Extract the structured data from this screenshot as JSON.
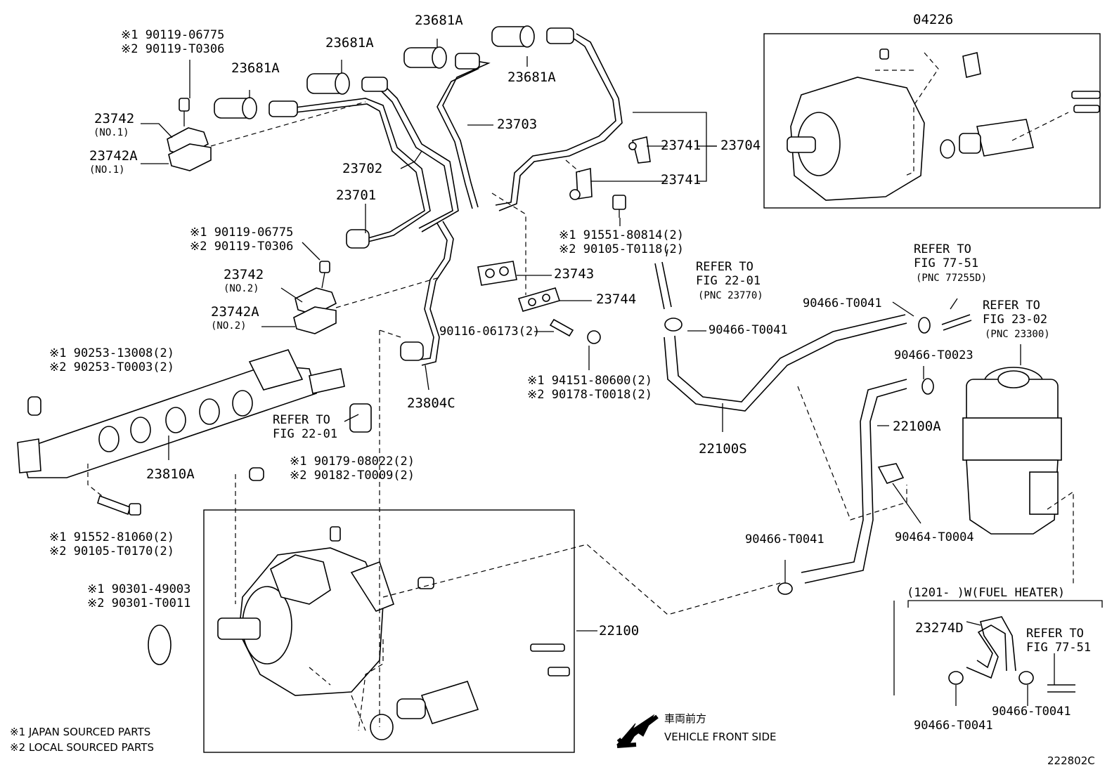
{
  "labels": {
    "l_04226": "04226",
    "l_23681A_1": "23681A",
    "l_23681A_2": "23681A",
    "l_23681A_3": "23681A",
    "l_23681A_4": "23681A",
    "l_23703": "23703",
    "l_23702": "23702",
    "l_23701": "23701",
    "l_23741_a": "23741",
    "l_23741_b": "23741",
    "l_23704": "23704",
    "l_23742_1": "23742",
    "l_23742_1n": "(NO.1)",
    "l_23742A_1": "23742A",
    "l_23742A_1n": "(NO.1)",
    "l_23742_2": "23742",
    "l_23742_2n": "(NO.2)",
    "l_23742A_2": "23742A",
    "l_23742A_2n": "(NO.2)",
    "l_23743": "23743",
    "l_23744": "23744",
    "l_23804C": "23804C",
    "l_23810A": "23810A",
    "l_22100S": "22100S",
    "l_22100A": "22100A",
    "l_22100": "22100",
    "l_23274D": "23274D",
    "ref_a1": "※1  90119-06775",
    "ref_a2": "※2  90119-T0306",
    "ref_b1": "※1  90119-06775",
    "ref_b2": "※2  90119-T0306",
    "ref_c1": "※1  91551-80814(2)",
    "ref_c2": "※2  90105-T0118(2)",
    "ref_d1": "※1  90253-13008(2)",
    "ref_d2": "※2  90253-T0003(2)",
    "ref_e": "90116-06173(2)",
    "ref_f1": "※1  94151-80600(2)",
    "ref_f2": "※2  90178-T0018(2)",
    "ref_g1": "※1  90179-08022(2)",
    "ref_g2": "※2  90182-T0009(2)",
    "ref_h1": "※1  91552-81060(2)",
    "ref_h2": "※2  90105-T0170(2)",
    "ref_i1": "※1  90301-49003",
    "ref_i2": "※2  90301-T0011",
    "clip_1": "90466-T0041",
    "clip_2": "90466-T0041",
    "clip_3": "90466-T0023",
    "clip_4": "90464-T0004",
    "clip_5": "90466-T0041",
    "clip_6": "90466-T0041",
    "clip_7": "90466-T0041",
    "refer_1a": "REFER TO",
    "refer_1b": "FIG 22-01",
    "refer_1c": "(PNC 23770)",
    "refer_2a": "REFER TO",
    "refer_2b": "FIG 77-51",
    "refer_2c": "(PNC 77255D)",
    "refer_3a": "REFER TO",
    "refer_3b": "FIG 23-02",
    "refer_3c": "(PNC 23300)",
    "refer_4a": "REFER TO",
    "refer_4b": "FIG 22-01",
    "refer_5a": "REFER TO",
    "refer_5b": "FIG 77-51",
    "heater_note": "(1201-      )W(FUEL HEATER)",
    "vehicle_jp": "車両前方",
    "vehicle_en": "VEHICLE FRONT SIDE",
    "legend_1": "※1 JAPAN SOURCED PARTS",
    "legend_2": "※2 LOCAL SOURCED PARTS",
    "fig_code": "222802C"
  }
}
